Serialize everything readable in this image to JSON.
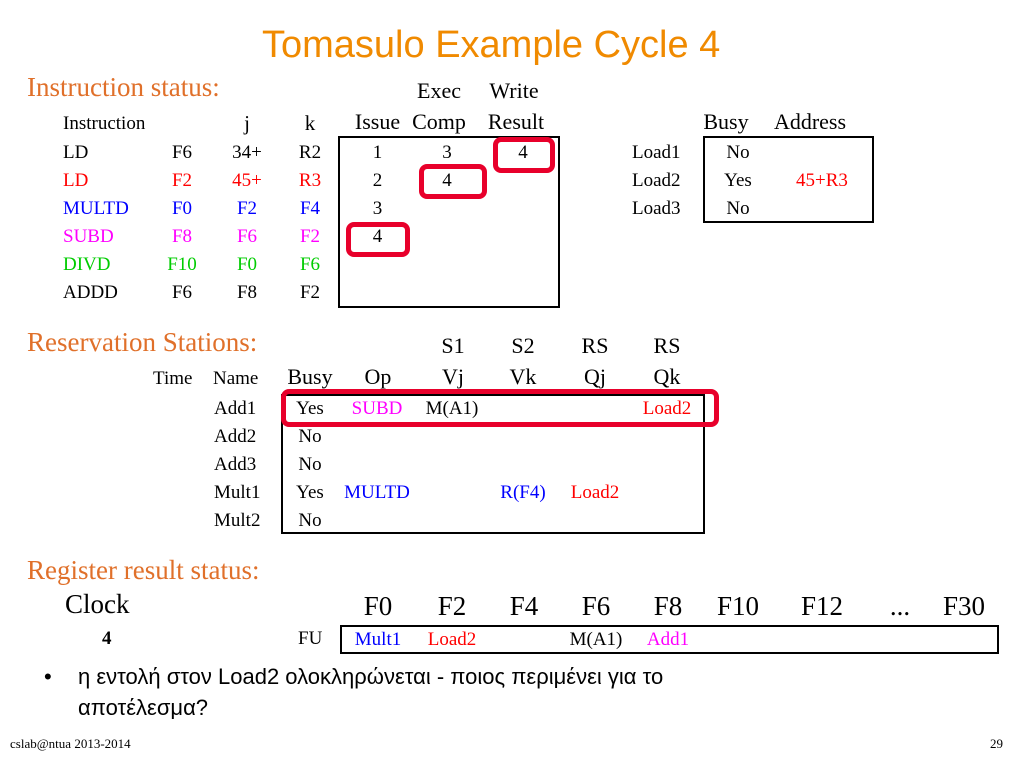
{
  "title": "Tomasulo Example Cycle 4",
  "instruction_status": {
    "section_label": "Instruction status:",
    "headers": {
      "instruction": "Instruction",
      "j": "j",
      "k": "k",
      "issue": "Issue",
      "exec_top": "Exec",
      "exec_bottom": "Comp",
      "write_top": "Write",
      "write_bottom": "Result"
    },
    "rows": [
      {
        "op": "LD",
        "reg": "F6",
        "j": "34+",
        "k": "R2",
        "issue": "1",
        "exec": "3",
        "write": "4",
        "color": "#000000"
      },
      {
        "op": "LD",
        "reg": "F2",
        "j": "45+",
        "k": "R3",
        "issue": "2",
        "exec": "4",
        "write": "",
        "color": "#ff0000"
      },
      {
        "op": "MULTD",
        "reg": "F0",
        "j": "F2",
        "k": "F4",
        "issue": "3",
        "exec": "",
        "write": "",
        "color": "#0000ff"
      },
      {
        "op": "SUBD",
        "reg": "F8",
        "j": "F6",
        "k": "F2",
        "issue": "4",
        "exec": "",
        "write": "",
        "color": "#ff00ff"
      },
      {
        "op": "DIVD",
        "reg": "F10",
        "j": "F0",
        "k": "F6",
        "issue": "",
        "exec": "",
        "write": "",
        "color": "#00cc00"
      },
      {
        "op": "ADDD",
        "reg": "F6",
        "j": "F8",
        "k": "F2",
        "issue": "",
        "exec": "",
        "write": "",
        "color": "#000000"
      }
    ]
  },
  "load_buffers": {
    "headers": {
      "busy": "Busy",
      "address": "Address"
    },
    "rows": [
      {
        "name": "Load1",
        "busy": "No",
        "address": ""
      },
      {
        "name": "Load2",
        "busy": "Yes",
        "address": "45+R3"
      },
      {
        "name": "Load3",
        "busy": "No",
        "address": ""
      }
    ]
  },
  "reservation_stations": {
    "section_label": "Reservation Stations:",
    "headers": {
      "time": "Time",
      "name": "Name",
      "busy": "Busy",
      "op": "Op",
      "s1": "S1",
      "vj": "Vj",
      "s2": "S2",
      "vk": "Vk",
      "rs1": "RS",
      "qj": "Qj",
      "rs2": "RS",
      "qk": "Qk"
    },
    "rows": [
      {
        "name": "Add1",
        "busy": "Yes",
        "op": "SUBD",
        "vj": "M(A1)",
        "vk": "",
        "qj": "",
        "qk": "Load2"
      },
      {
        "name": "Add2",
        "busy": "No",
        "op": "",
        "vj": "",
        "vk": "",
        "qj": "",
        "qk": ""
      },
      {
        "name": "Add3",
        "busy": "No",
        "op": "",
        "vj": "",
        "vk": "",
        "qj": "",
        "qk": ""
      },
      {
        "name": "Mult1",
        "busy": "Yes",
        "op": "MULTD",
        "vj": "",
        "vk": "R(F4)",
        "qj": "Load2",
        "qk": ""
      },
      {
        "name": "Mult2",
        "busy": "No",
        "op": "",
        "vj": "",
        "vk": "",
        "qj": "",
        "qk": ""
      }
    ]
  },
  "register_status": {
    "section_label": "Register result status:",
    "clock_label": "Clock",
    "clock_value": "4",
    "fu_label": "FU",
    "registers": [
      "F0",
      "F2",
      "F4",
      "F6",
      "F8",
      "F10",
      "F12",
      "...",
      "F30"
    ],
    "fu_values": [
      "Mult1",
      "Load2",
      "",
      "M(A1)",
      "Add1",
      "",
      "",
      "",
      ""
    ]
  },
  "bullet": {
    "glyph": "•",
    "line1": "η εντολή στον Load2 ολοκληρώνεται - ποιος περιμένει για το",
    "line2": "αποτέλεσμα?"
  },
  "footer": {
    "left": "cslab@ntua 2013-2014",
    "right": "29"
  },
  "colors": {
    "title": "#f08a00",
    "section": "#e0702a",
    "highlight": "#e8002b",
    "red": "#ff0000",
    "blue": "#0000ff",
    "magenta": "#ff00ff",
    "green": "#00cc00"
  }
}
